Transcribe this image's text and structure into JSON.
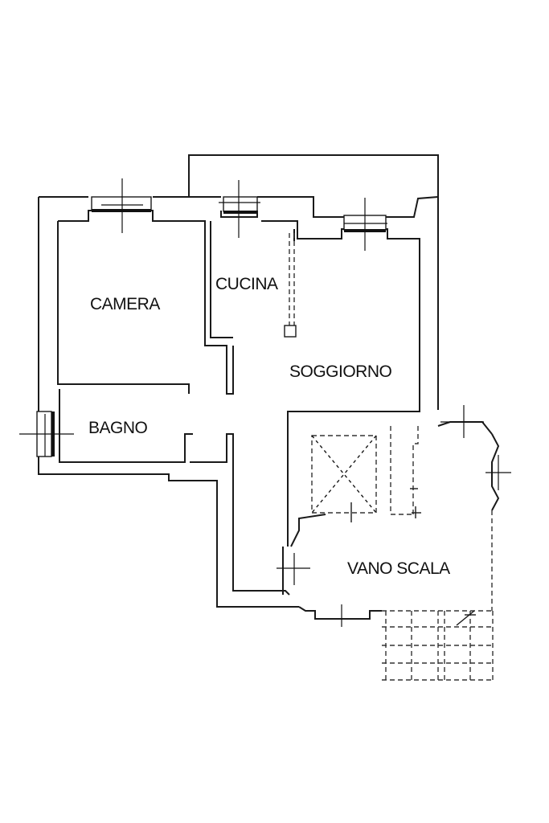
{
  "rooms": {
    "camera": "CAMERA",
    "cucina": "CUCINA",
    "soggiorno": "SOGGIORNO",
    "bagno": "BAGNO",
    "vano_scala": "VANO SCALA"
  }
}
